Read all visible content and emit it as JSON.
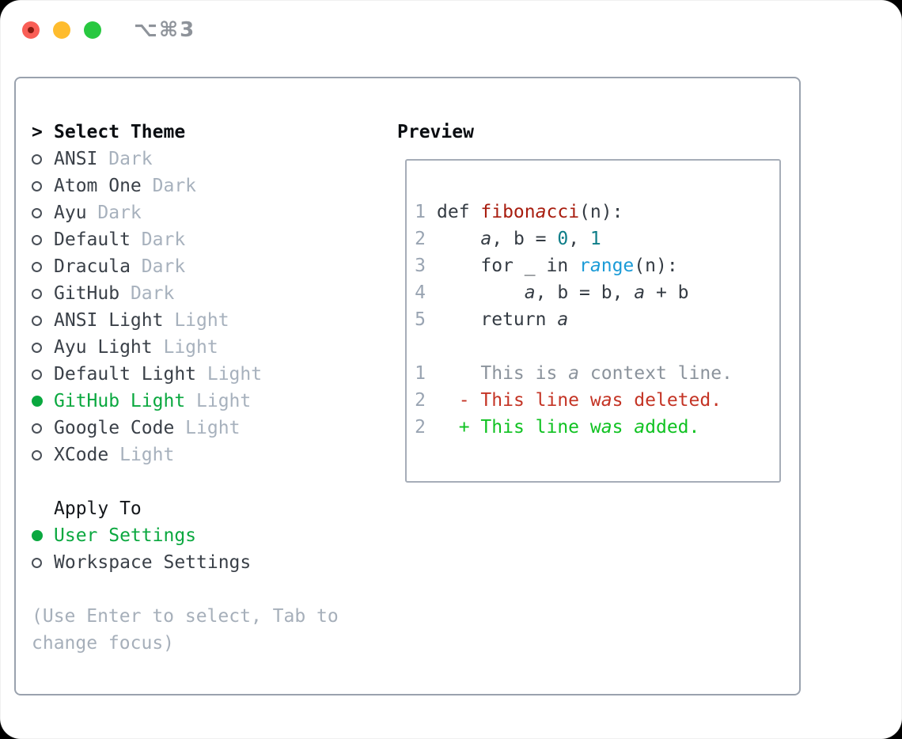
{
  "titlebar": {
    "shortcut": "⌥⌘3",
    "lights": [
      {
        "name": "close",
        "color": "#f95e56",
        "dot": true
      },
      {
        "name": "minimize",
        "color": "#febc2e",
        "dot": false
      },
      {
        "name": "zoom",
        "color": "#28c840",
        "dot": false
      }
    ]
  },
  "theme_list": {
    "cursor": ">",
    "header": "Select Theme",
    "items": [
      {
        "name": "ANSI",
        "variant": "Dark",
        "selected": false
      },
      {
        "name": "Atom One",
        "variant": "Dark",
        "selected": false
      },
      {
        "name": "Ayu",
        "variant": "Dark",
        "selected": false
      },
      {
        "name": "Default",
        "variant": "Dark",
        "selected": false
      },
      {
        "name": "Dracula",
        "variant": "Dark",
        "selected": false
      },
      {
        "name": "GitHub",
        "variant": "Dark",
        "selected": false
      },
      {
        "name": "ANSI Light",
        "variant": "Light",
        "selected": false
      },
      {
        "name": "Ayu Light",
        "variant": "Light",
        "selected": false
      },
      {
        "name": "Default Light",
        "variant": "Light",
        "selected": false
      },
      {
        "name": "GitHub Light",
        "variant": "Light",
        "selected": true
      },
      {
        "name": "Google Code",
        "variant": "Light",
        "selected": false
      },
      {
        "name": "XCode",
        "variant": "Light",
        "selected": false
      }
    ]
  },
  "apply_to": {
    "header": "Apply To",
    "options": [
      {
        "name": "User Settings",
        "selected": true
      },
      {
        "name": "Workspace Settings",
        "selected": false
      }
    ]
  },
  "hint_lines": [
    "(Use Enter to select, Tab to",
    "change focus)"
  ],
  "preview": {
    "title": "Preview",
    "lines": [
      {
        "num": "1",
        "tokens": [
          {
            "t": "def ",
            "c": "d"
          },
          {
            "t": "fibonacci",
            "c": "fn"
          },
          {
            "t": "(n):",
            "c": "d"
          }
        ]
      },
      {
        "num": "2",
        "tokens": [
          {
            "t": "    a, b = ",
            "c": "d"
          },
          {
            "t": "0",
            "c": "nm"
          },
          {
            "t": ", ",
            "c": "d"
          },
          {
            "t": "1",
            "c": "nm"
          }
        ]
      },
      {
        "num": "3",
        "tokens": [
          {
            "t": "    for _ in ",
            "c": "d"
          },
          {
            "t": "range",
            "c": "bi"
          },
          {
            "t": "(n):",
            "c": "d"
          }
        ]
      },
      {
        "num": "4",
        "tokens": [
          {
            "t": "        a, b = b, a + b",
            "c": "d"
          }
        ]
      },
      {
        "num": "5",
        "tokens": [
          {
            "t": "    return a",
            "c": "d"
          }
        ]
      },
      {
        "num": "",
        "tokens": []
      },
      {
        "num": "1",
        "tokens": [
          {
            "t": "    This is a context line.",
            "c": "ctx"
          }
        ]
      },
      {
        "num": "2",
        "tokens": [
          {
            "t": "  ",
            "c": "d"
          },
          {
            "t": "- This line was deleted.",
            "c": "del"
          }
        ]
      },
      {
        "num": "2",
        "tokens": [
          {
            "t": "  ",
            "c": "d"
          },
          {
            "t": "+ This line was added.",
            "c": "add"
          }
        ]
      }
    ]
  },
  "colors": {
    "selected_green": "#0aa83f",
    "added_green": "#10c222",
    "deleted_red": "#c43425",
    "function_red": "#a81d0f",
    "number_teal": "#0d7d88",
    "builtin_blue": "#1b9bd7",
    "traffic_red": "#f95e56",
    "traffic_yellow": "#febc2e",
    "traffic_green": "#28c840"
  }
}
